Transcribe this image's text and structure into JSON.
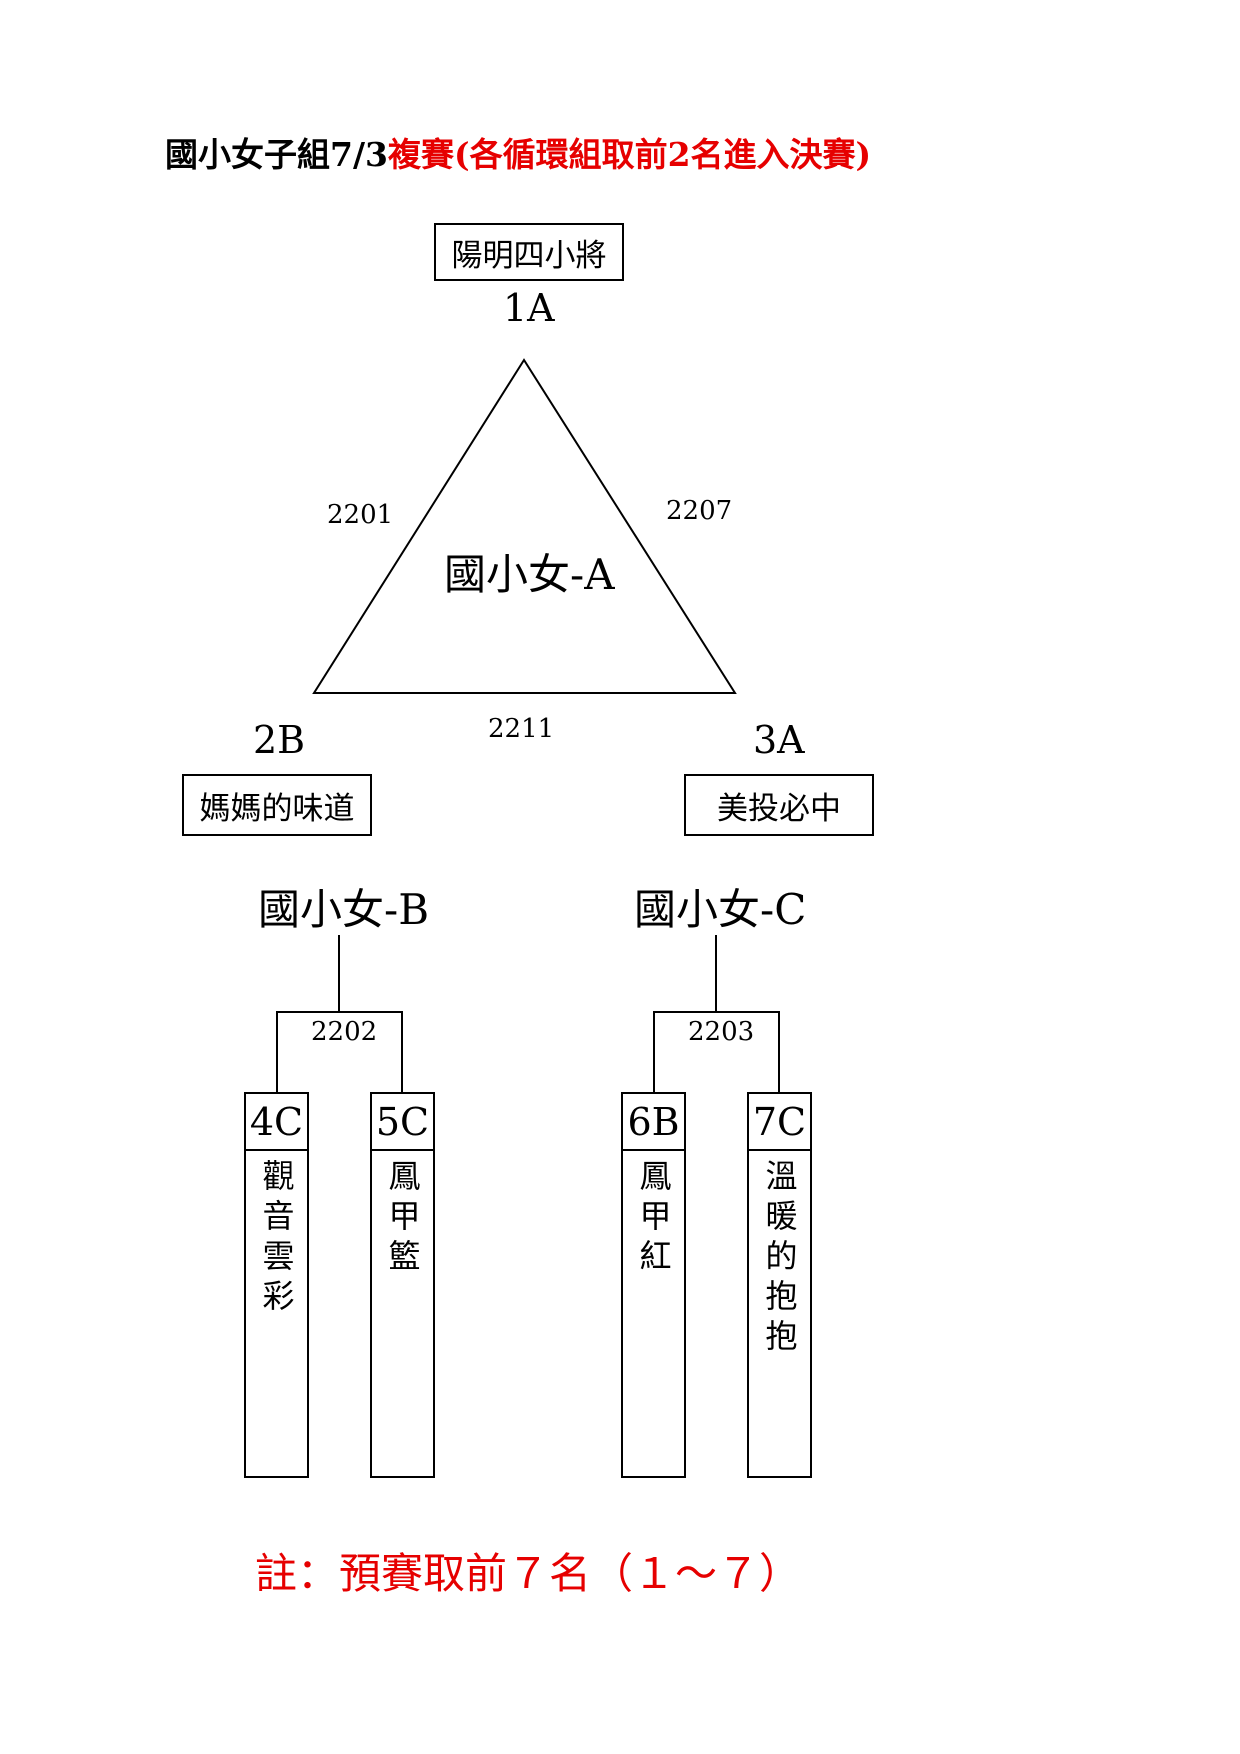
{
  "title": {
    "black": "國小女子組7/3",
    "red": "複賽(各循環組取前2名進入決賽)"
  },
  "group_a": {
    "name": "國小女-A",
    "top": {
      "seed": "1A",
      "team": "陽明四小將"
    },
    "left": {
      "seed": "2B",
      "team": "媽媽的味道"
    },
    "right": {
      "seed": "3A",
      "team": "美投必中"
    },
    "matches": {
      "left_side": "2201",
      "right_side": "2207",
      "bottom_side": "2211"
    }
  },
  "group_b": {
    "name": "國小女-B",
    "match": "2202",
    "teams": [
      {
        "seed": "4C",
        "team": "觀音雲彩"
      },
      {
        "seed": "5C",
        "team": "鳳甲籃"
      }
    ]
  },
  "group_c": {
    "name": "國小女-C",
    "match": "2203",
    "teams": [
      {
        "seed": "6B",
        "team": "鳳甲紅"
      },
      {
        "seed": "7C",
        "team": "溫暖的抱抱"
      }
    ]
  },
  "note": "註：預賽取前７名（１～７）"
}
